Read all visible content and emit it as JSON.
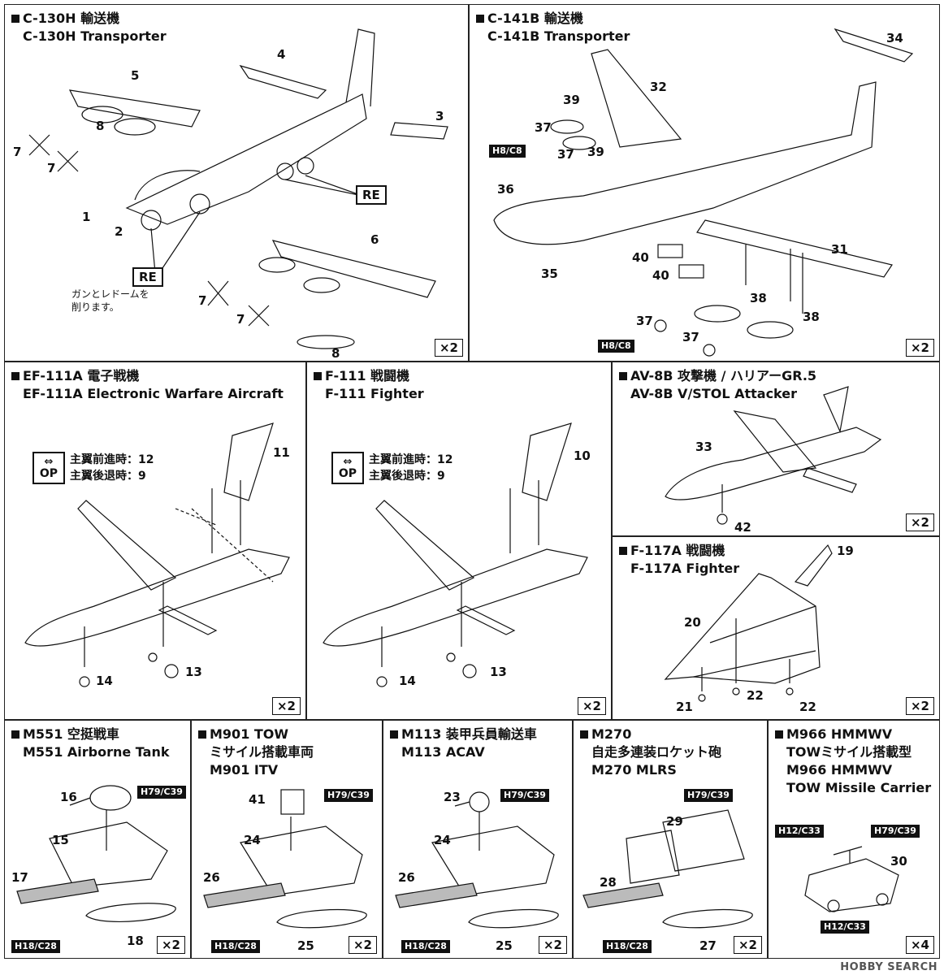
{
  "panels": {
    "c130": {
      "title_jp": "C-130H 輸送機",
      "title_en": "C-130H Transporter",
      "qty": "×2",
      "re_label": "RE",
      "note": "ガンとレドームを\n削ります。",
      "n1": "1",
      "n2": "2",
      "n3": "3",
      "n4": "4",
      "n5": "5",
      "n6": "6",
      "n7a": "7",
      "n7b": "7",
      "n7c": "7",
      "n7d": "7",
      "n8a": "8",
      "n8b": "8"
    },
    "c141": {
      "title_jp": "C-141B 輸送機",
      "title_en": "C-141B Transporter",
      "qty": "×2",
      "code": "H8/C8",
      "n31": "31",
      "n32": "32",
      "n34": "34",
      "n35": "35",
      "n36": "36",
      "n37": "37",
      "n38": "38",
      "n39": "39",
      "n40": "40"
    },
    "ef111": {
      "title_jp": "EF-111A 電子戦機",
      "title_en": "EF-111A Electronic Warfare Aircraft",
      "qty": "×2",
      "op_label": "OP",
      "op_line1": "主翼前進時：12",
      "op_line2": "主翼後退時：9",
      "n11": "11",
      "n13": "13",
      "n14": "14"
    },
    "f111": {
      "title_jp": "F-111 戦闘機",
      "title_en": "F-111 Fighter",
      "qty": "×2",
      "op_label": "OP",
      "op_line1": "主翼前進時：12",
      "op_line2": "主翼後退時：9",
      "n10": "10",
      "n13": "13",
      "n14": "14"
    },
    "av8b": {
      "title_jp": "AV-8B 攻撃機 / ハリアーGR.5",
      "title_en": "AV-8B V/STOL Attacker",
      "qty": "×2",
      "n33": "33",
      "n42": "42"
    },
    "f117": {
      "title_jp": "F-117A 戦闘機",
      "title_en": "F-117A  Fighter",
      "qty": "×2",
      "n19": "19",
      "n20": "20",
      "n21": "21",
      "n22": "22"
    },
    "m551": {
      "title_jp": "M551 空挺戦車",
      "title_en": "M551 Airborne Tank",
      "qty": "×2",
      "code_a": "H79/C39",
      "code_b": "H18/C28",
      "n15": "15",
      "n16": "16",
      "n17": "17",
      "n18": "18"
    },
    "m901": {
      "title_1": "M901 TOW",
      "title_2": "ミサイル搭載車両",
      "title_3": "M901 ITV",
      "qty": "×2",
      "code_a": "H79/C39",
      "code_b": "H18/C28",
      "n24": "24",
      "n25": "25",
      "n26": "26",
      "n41": "41"
    },
    "m113": {
      "title_jp": "M113 装甲兵員輸送車",
      "title_en": "M113 ACAV",
      "qty": "×2",
      "code_a": "H79/C39",
      "code_b": "H18/C28",
      "n23": "23",
      "n24": "24",
      "n25": "25",
      "n26": "26"
    },
    "m270": {
      "title_1": "M270",
      "title_2": "自走多連装ロケット砲",
      "title_3": "M270 MLRS",
      "qty": "×2",
      "code_a": "H79/C39",
      "code_b": "H18/C28",
      "n27": "27",
      "n28": "28",
      "n29": "29"
    },
    "m966": {
      "title_1": "M966 HMMWV",
      "title_2": "TOWミサイル搭載型",
      "title_3": "M966 HMMWV",
      "title_4": "TOW Missile Carrier",
      "qty": "×4",
      "code_a": "H12/C33",
      "code_b": "H79/C39",
      "code_c": "H12/C33",
      "n30": "30"
    }
  },
  "watermark": "HOBBY SEARCH"
}
